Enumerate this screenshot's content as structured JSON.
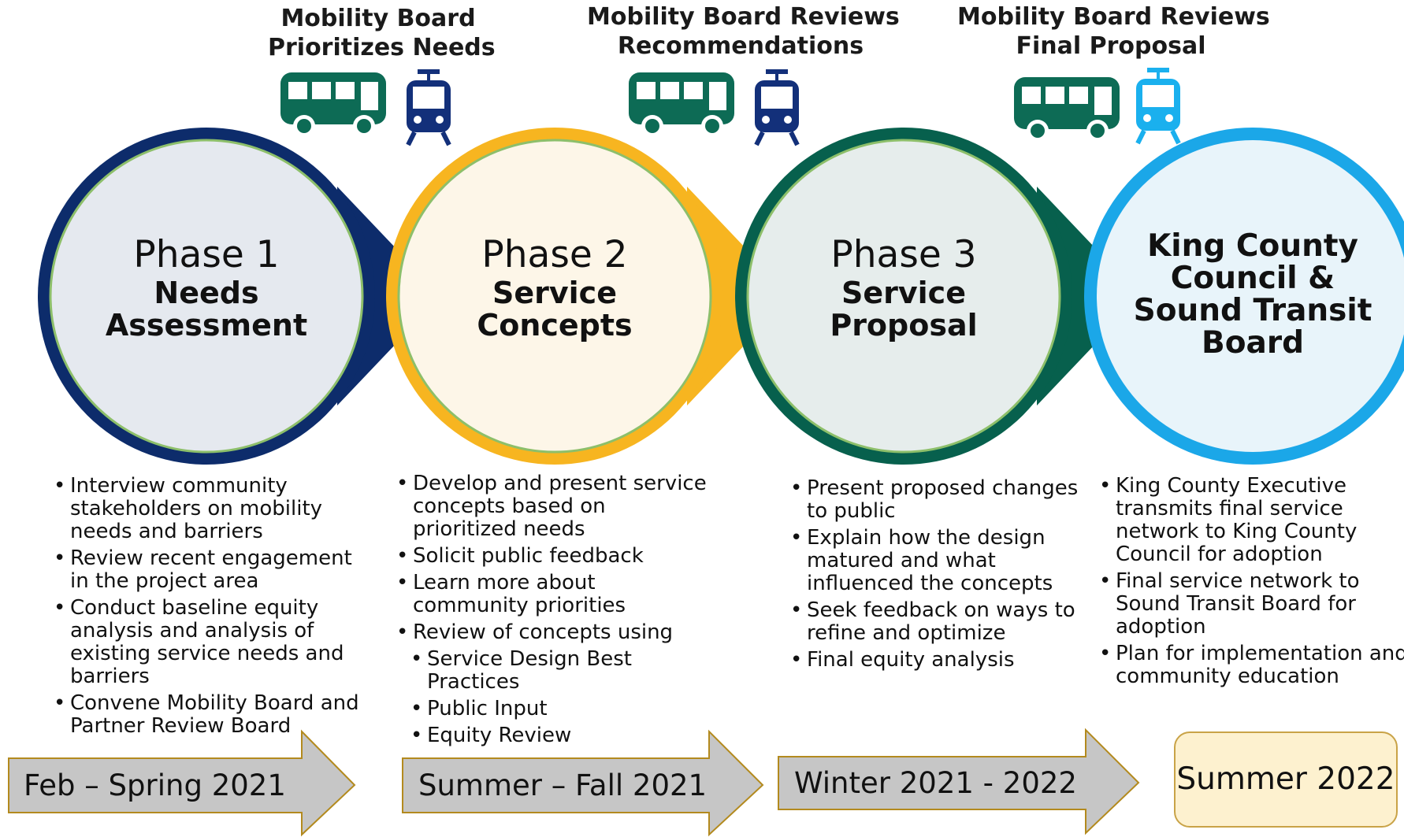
{
  "colors": {
    "phase1": "#0d2c6b",
    "phase2": "#f7b520",
    "phase3": "#07604d",
    "final": "#1ba7e8",
    "bus": "#0d6b55",
    "train_dark": "#13307a",
    "train_light": "#1ab0ee",
    "arrow_fill": "#c6c6c6",
    "arrow_stroke": "#b38a1e"
  },
  "milestones": [
    {
      "lines": [
        "Mobility Board",
        "Prioritizes Needs"
      ],
      "icons": [
        "bus-icon",
        "train-icon"
      ]
    },
    {
      "lines": [
        "Mobility Board Reviews",
        "Recommendations"
      ],
      "icons": [
        "bus-icon",
        "train-icon"
      ]
    },
    {
      "lines": [
        "Mobility Board Reviews",
        "Final Proposal"
      ],
      "icons": [
        "bus-icon",
        "train-icon"
      ]
    }
  ],
  "phases": [
    {
      "number": "Phase 1",
      "name_lines": [
        "Needs",
        "Assessment"
      ],
      "bullets": [
        {
          "lines": [
            "Interview community",
            "stakeholders on mobility",
            "needs and barriers"
          ]
        },
        {
          "lines": [
            "Review recent engagement",
            "in the project area"
          ]
        },
        {
          "lines": [
            "Conduct baseline equity",
            "analysis and analysis of",
            "existing service needs and",
            "barriers"
          ]
        },
        {
          "lines": [
            "Convene Mobility Board and",
            "Partner Review Board"
          ]
        }
      ],
      "timeframe": "Feb – Spring 2021"
    },
    {
      "number": "Phase 2",
      "name_lines": [
        "Service",
        "Concepts"
      ],
      "bullets": [
        {
          "lines": [
            "Develop and present service",
            "concepts based on",
            "prioritized needs"
          ]
        },
        {
          "lines": [
            "Solicit public feedback"
          ]
        },
        {
          "lines": [
            "Learn more about",
            "community priorities"
          ]
        },
        {
          "lines": [
            "Review of concepts using"
          ]
        },
        {
          "lines": [
            "Service Design Best",
            "Practices"
          ],
          "sub": true
        },
        {
          "lines": [
            "Public Input"
          ],
          "sub": true
        },
        {
          "lines": [
            "Equity Review"
          ],
          "sub": true
        }
      ],
      "timeframe": "Summer – Fall 2021"
    },
    {
      "number": "Phase 3",
      "name_lines": [
        "Service",
        "Proposal"
      ],
      "bullets": [
        {
          "lines": [
            "Present proposed changes",
            "to public"
          ]
        },
        {
          "lines": [
            "Explain how the design",
            "matured and what",
            "influenced the concepts"
          ]
        },
        {
          "lines": [
            "Seek feedback on ways to",
            "refine and optimize"
          ]
        },
        {
          "lines": [
            "Final equity analysis"
          ]
        }
      ],
      "timeframe": "Winter 2021 - 2022"
    }
  ],
  "final_stage": {
    "name_lines": [
      "King County",
      "Council &",
      "Sound Transit",
      "Board"
    ],
    "bullets": [
      {
        "lines": [
          "King County Executive",
          "transmits final service",
          "network to King County",
          "Council for adoption"
        ]
      },
      {
        "lines": [
          "Final service network to",
          "Sound Transit Board for",
          "adoption"
        ]
      },
      {
        "lines": [
          "Plan for implementation and",
          "community education"
        ]
      }
    ],
    "timeframe": "Summer 2022"
  }
}
